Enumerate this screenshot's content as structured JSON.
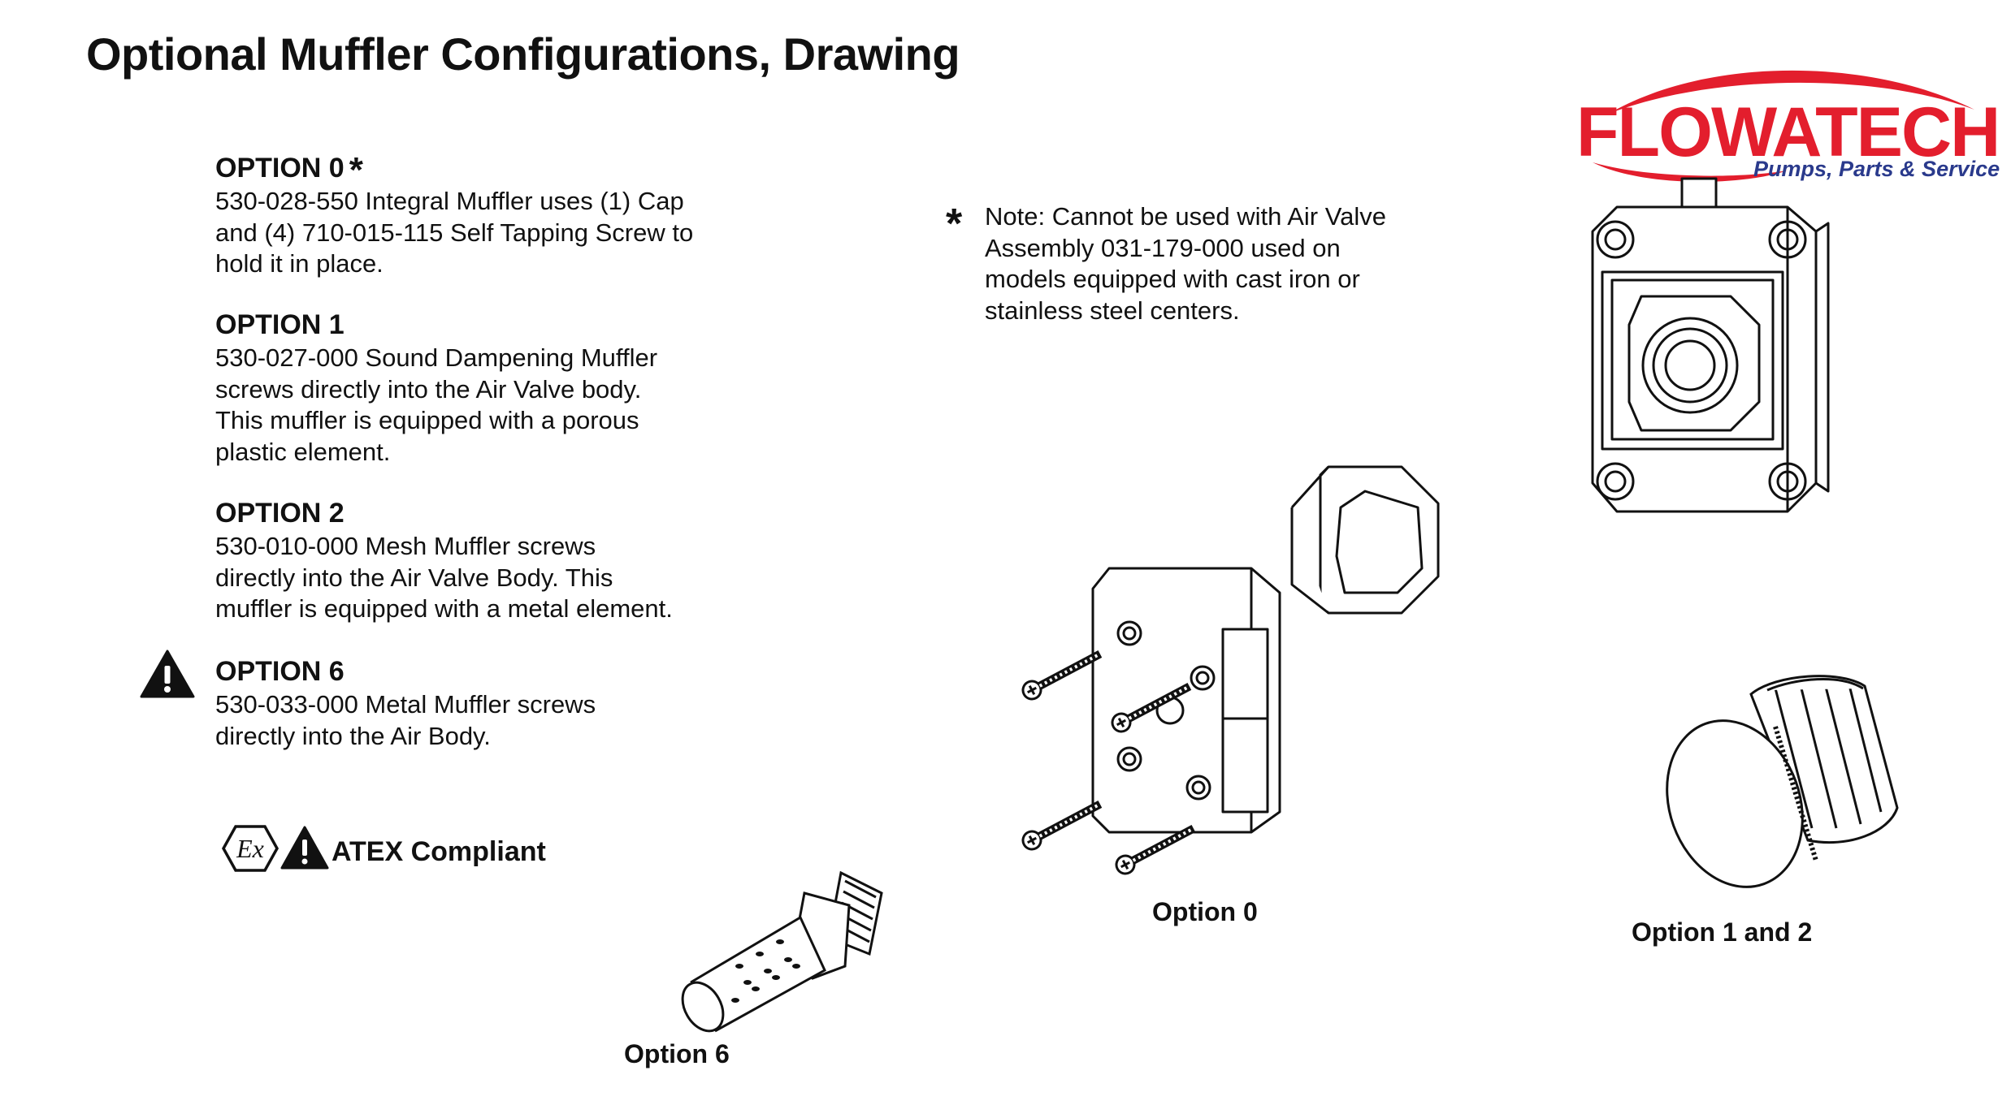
{
  "title": "Optional Muffler Configurations, Drawing",
  "options": [
    {
      "heading": "OPTION  0",
      "marker": "*",
      "lines": [
        "530-028-550 Integral Muffler uses  (1)  Cap",
        "and (4) 710-015-115 Self Tapping Screw to",
        "hold it in place."
      ]
    },
    {
      "heading": "OPTION 1",
      "lines": [
        "530-027-000  Sound Dampening Muffler",
        "screws directly into the Air Valve body.",
        "This muffler is equipped with a porous",
        "plastic element."
      ]
    },
    {
      "heading": "OPTION 2",
      "lines": [
        "530-010-000 Mesh Muffler screws",
        "directly into the Air Valve Body. This",
        "muffler is equipped with a metal element."
      ]
    },
    {
      "heading": "OPTION  6",
      "lines": [
        "530-033-000 Metal Muffler screws",
        "directly into the Air Body."
      ]
    }
  ],
  "note": {
    "marker": "*",
    "lines": [
      "Note: Cannot be used with Air Valve",
      "Assembly 031-179-000 used on",
      "models equipped with cast iron or",
      "stainless steel centers."
    ]
  },
  "atex": {
    "label": "ATEX Compliant",
    "ex_symbol": "Ex"
  },
  "captions": {
    "option0": "Option  0",
    "option12": "Option 1 and  2",
    "option6": "Option  6"
  },
  "logo": {
    "name": "FLOWATECH",
    "tagline": "Pumps, Parts & Service",
    "color_red": "#e31e2d",
    "color_blue": "#2a3a8c"
  },
  "icons": [
    "warning-triangle-icon",
    "asterisk-icon",
    "ex-hexagon-icon"
  ]
}
